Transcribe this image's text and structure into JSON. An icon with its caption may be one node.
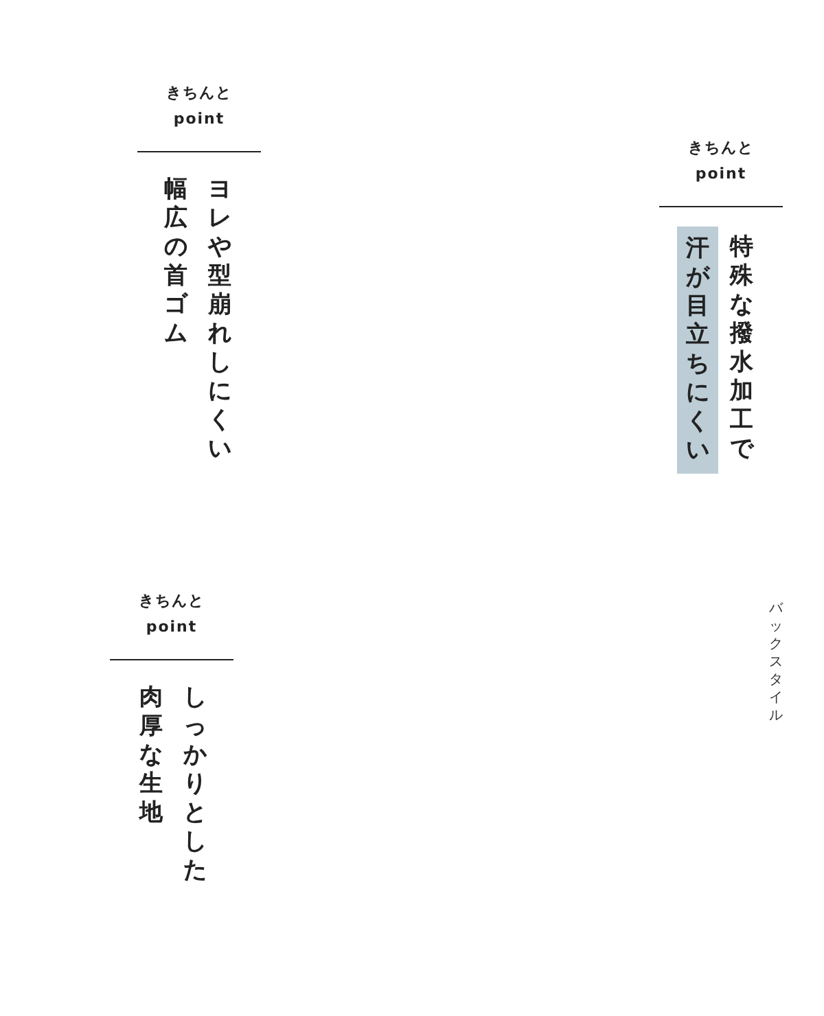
{
  "diagram": {
    "labels": [
      "きちんと point",
      "ヨレや型崩れしにくい幅広の首ゴム",
      "きちんと point",
      "特殊な撥水加工で",
      "汗が目立ちにくい",
      "バックスタイル",
      "きちんと point",
      "しっかりとした肉厚な生地"
    ]
  }
}
